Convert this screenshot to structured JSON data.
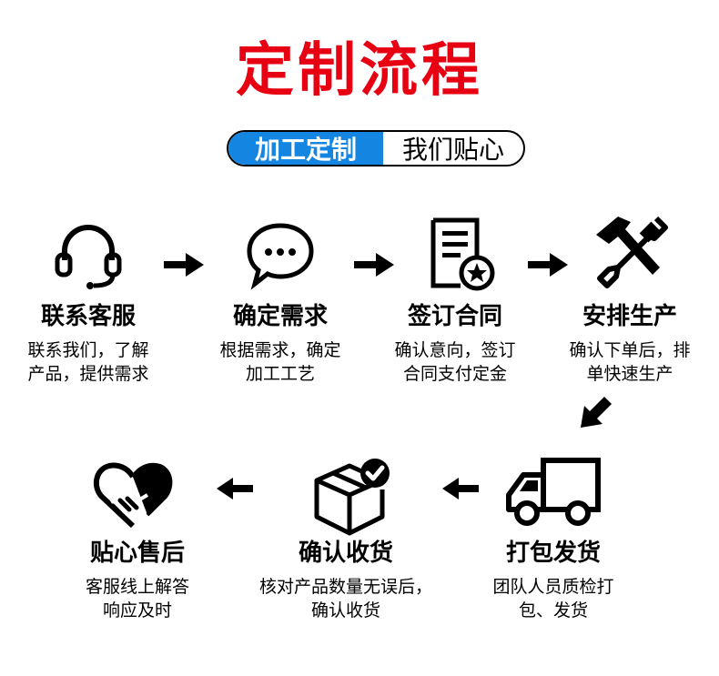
{
  "title": "定制流程",
  "subtitle": {
    "left": "加工定制",
    "right": "我们贴心"
  },
  "steps": [
    {
      "title": "联系客服",
      "desc_line1": "联系我们，了解",
      "desc_line2": "产品，提供需求"
    },
    {
      "title": "确定需求",
      "desc_line1": "根据需求，确定",
      "desc_line2": "加工工艺"
    },
    {
      "title": "签订合同",
      "desc_line1": "确认意向，签订",
      "desc_line2": "合同支付定金"
    },
    {
      "title": "安排生产",
      "desc_line1": "确认下单后，排",
      "desc_line2": "单快速生产"
    },
    {
      "title": "打包发货",
      "desc_line1": "团队人员质检打",
      "desc_line2": "包、发货"
    },
    {
      "title": "确认收货",
      "desc_line1": "核对产品数量无误后，",
      "desc_line2": "确认收货"
    },
    {
      "title": "贴心售后",
      "desc_line1": "客服线上解答",
      "desc_line2": "响应及时"
    }
  ],
  "colors": {
    "title_red": "#e60012",
    "pill_blue": "#1485e0",
    "icon": "#000000"
  }
}
